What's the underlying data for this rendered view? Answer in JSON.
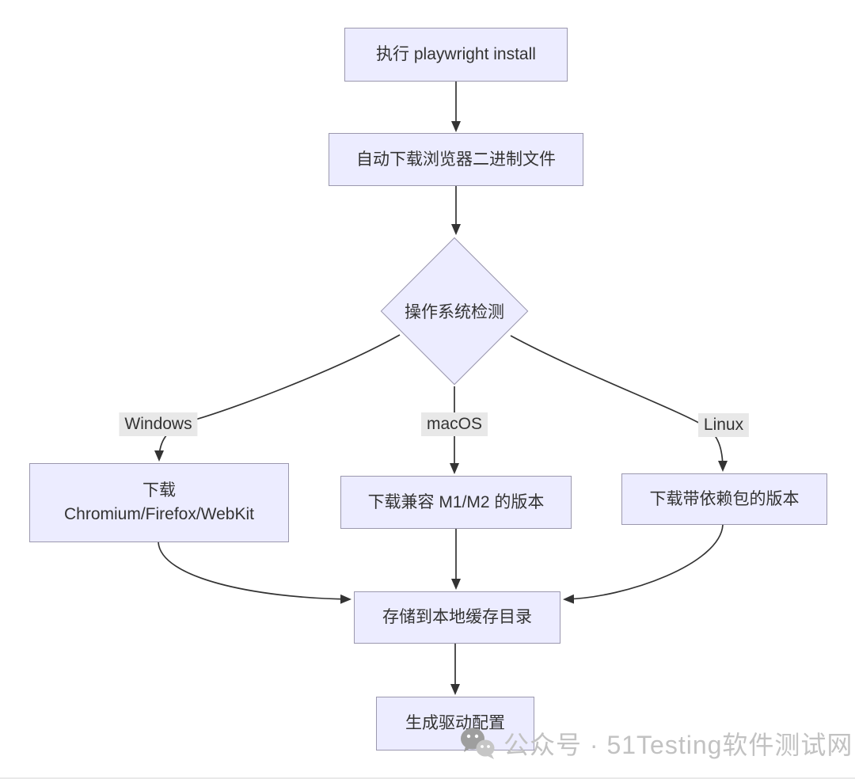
{
  "diagram": {
    "nodes": {
      "start": {
        "label": "执行 playwright install"
      },
      "auto_download": {
        "label": "自动下载浏览器二进制文件"
      },
      "os_check": {
        "label": "操作系统检测"
      },
      "windows_download": {
        "lines": [
          "下载",
          "Chromium/Firefox/WebKit"
        ]
      },
      "macos_download": {
        "label": "下载兼容 M1/M2 的版本"
      },
      "linux_download": {
        "label": "下载带依赖包的版本"
      },
      "cache": {
        "label": "存储到本地缓存目录"
      },
      "driver_config": {
        "label": "生成驱动配置"
      }
    },
    "edge_labels": {
      "windows": "Windows",
      "macos": "macOS",
      "linux": "Linux"
    },
    "colors": {
      "node_fill": "#ECECFF",
      "node_border": "#9B98AE",
      "edge": "#333333",
      "edge_label_bg": "#E8E8E8",
      "text": "#333333",
      "watermark_text": "#C2C2C2"
    }
  },
  "watermark": {
    "icon": "wechat-icon",
    "text": "公众号 · 51Testing软件测试网"
  }
}
